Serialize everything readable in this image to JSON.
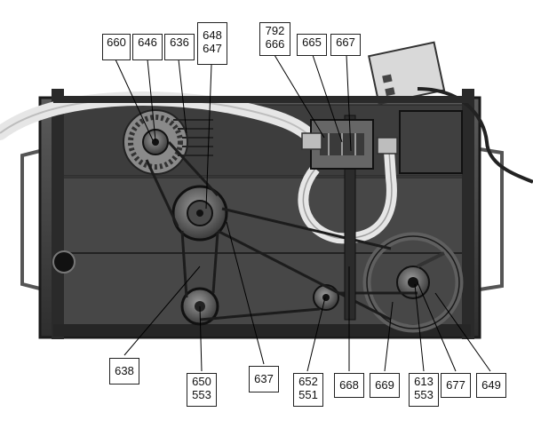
{
  "figure": {
    "callouts": [
      {
        "id": "660",
        "lines": [
          "660"
        ]
      },
      {
        "id": "646",
        "lines": [
          "646"
        ]
      },
      {
        "id": "636",
        "lines": [
          "636"
        ]
      },
      {
        "id": "648-647",
        "lines": [
          "648",
          "647"
        ]
      },
      {
        "id": "792-666",
        "lines": [
          "792",
          "666"
        ]
      },
      {
        "id": "665",
        "lines": [
          "665"
        ]
      },
      {
        "id": "667",
        "lines": [
          "667"
        ]
      },
      {
        "id": "638",
        "lines": [
          "638"
        ]
      },
      {
        "id": "650-553",
        "lines": [
          "650",
          "553"
        ]
      },
      {
        "id": "637",
        "lines": [
          "637"
        ]
      },
      {
        "id": "652-551",
        "lines": [
          "652",
          "551"
        ]
      },
      {
        "id": "668",
        "lines": [
          "668"
        ]
      },
      {
        "id": "669",
        "lines": [
          "669"
        ]
      },
      {
        "id": "613-553",
        "lines": [
          "613",
          "553"
        ]
      },
      {
        "id": "677",
        "lines": [
          "677"
        ]
      },
      {
        "id": "649",
        "lines": [
          "649"
        ]
      }
    ]
  }
}
